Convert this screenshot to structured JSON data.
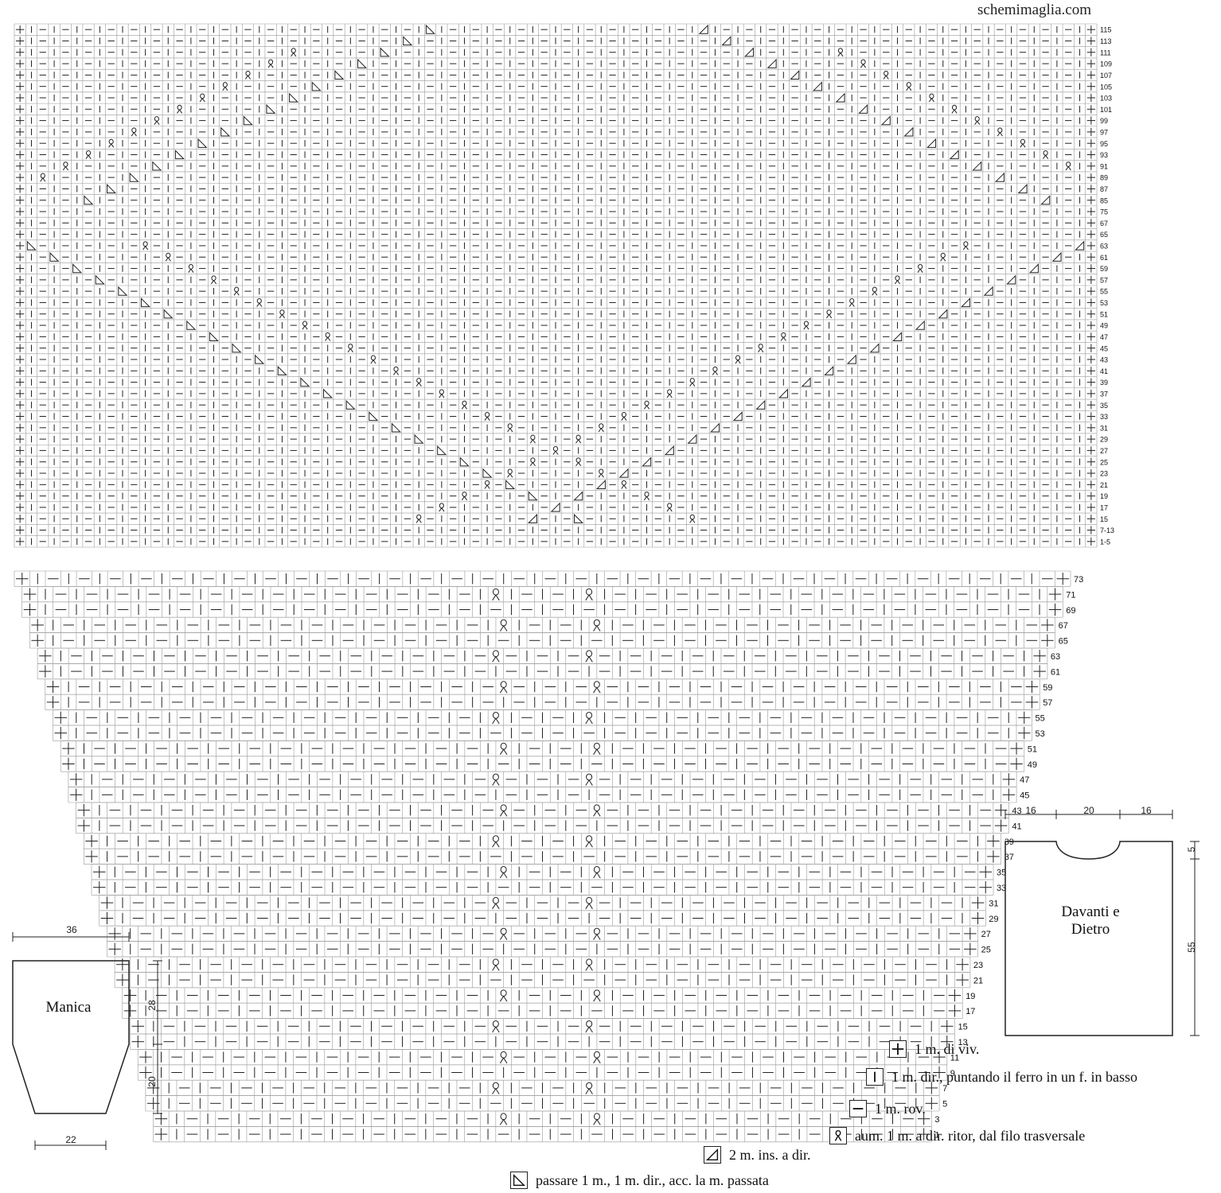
{
  "site": "schemimaglia.com",
  "charts": {
    "top_row_labels": [
      "115",
      "113",
      "111",
      "109",
      "107",
      "105",
      "103",
      "101",
      "99",
      "97",
      "95",
      "93",
      "91",
      "89",
      "87",
      "85",
      "75",
      "67",
      "65",
      "63",
      "61",
      "59",
      "57",
      "55",
      "53",
      "51",
      "49",
      "47",
      "45",
      "43",
      "41",
      "39",
      "37",
      "35",
      "33",
      "31",
      "29",
      "27",
      "25",
      "23",
      "21",
      "19",
      "17",
      "15",
      "7-13",
      "1-5"
    ],
    "bottom_row_labels": [
      "73",
      "71",
      "69",
      "67",
      "65",
      "63",
      "61",
      "59",
      "57",
      "55",
      "53",
      "51",
      "49",
      "47",
      "45",
      "43",
      "41",
      "39",
      "37",
      "35",
      "33",
      "31",
      "29",
      "27",
      "25",
      "23",
      "21",
      "19",
      "17",
      "15",
      "13",
      "11",
      "9",
      "7",
      "5",
      "3",
      "1"
    ]
  },
  "legend": [
    {
      "symbol": "selvage-plus",
      "label": "1 m. di viv."
    },
    {
      "symbol": "knit-below-bar",
      "label": "1 m. dir., puntando il ferro in un f. in basso"
    },
    {
      "symbol": "purl-dash",
      "label": "1 m. rov."
    },
    {
      "symbol": "increase-twist",
      "label": "aum. 1 m. a dir. ritor, dal filo trasversale"
    },
    {
      "symbol": "k2tog-right",
      "label": "2 m. ins. a dir."
    },
    {
      "symbol": "ssk-left",
      "label": "passare 1 m., 1 m. dir., acc. la m. passata"
    }
  ],
  "schemas": {
    "sleeve": {
      "name": "Manica",
      "top": "36",
      "upper": "28",
      "lower": "20",
      "cuff": "22"
    },
    "body": {
      "name_line1": "Davanti e",
      "name_line2": "Dietro",
      "shoulder_left": "16",
      "neck": "20",
      "shoulder_right": "16",
      "neck_depth": "5",
      "length": "55"
    }
  },
  "colors": {
    "ink": "#222222",
    "grid": "#7a7a7a"
  }
}
